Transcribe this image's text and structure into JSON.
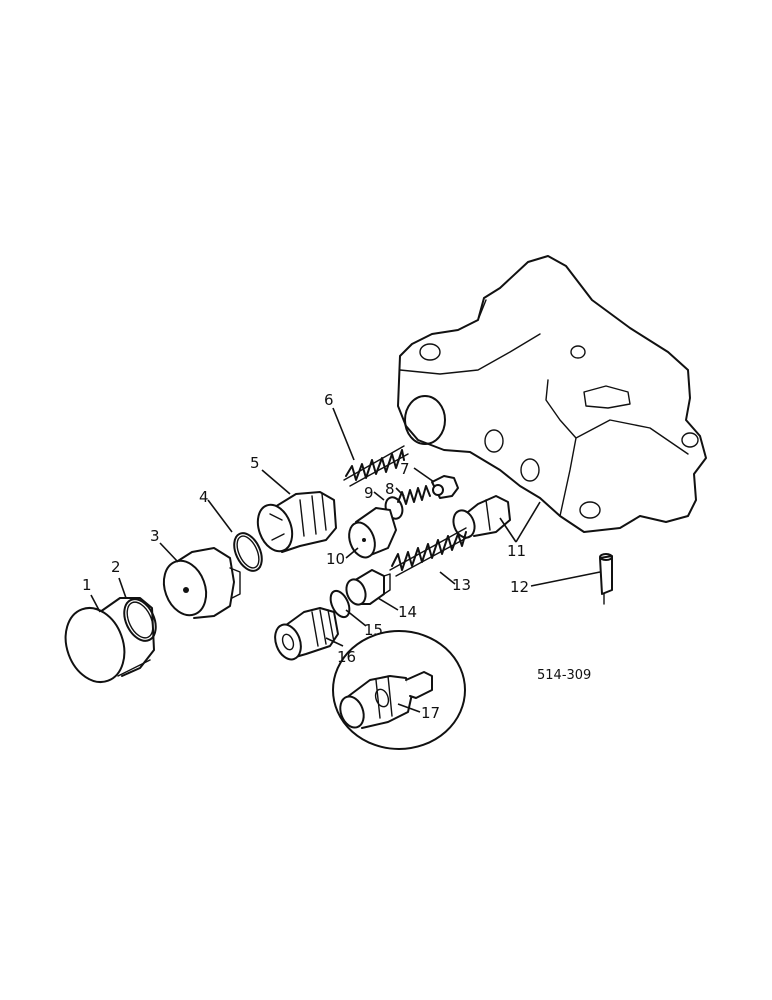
{
  "callouts": [
    "1",
    "2",
    "3",
    "4",
    "5",
    "6",
    "7",
    "8",
    "9",
    "10",
    "11",
    "12",
    "13",
    "14",
    "15",
    "16",
    "17"
  ],
  "reference_code": "514-309"
}
